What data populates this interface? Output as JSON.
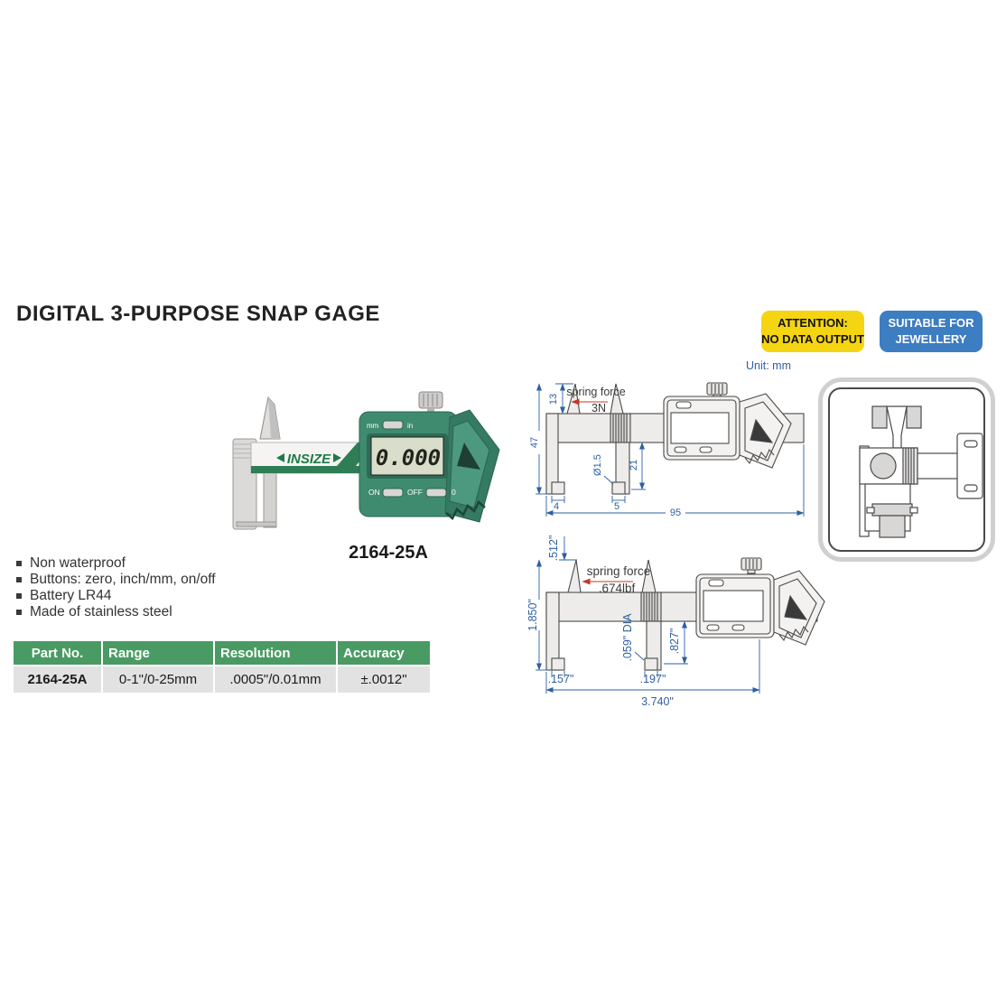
{
  "page": {
    "title": "DIGITAL 3-PURPOSE SNAP GAGE",
    "unit_label": "Unit: mm"
  },
  "badges": {
    "attention_line1": "ATTENTION:",
    "attention_line2": "NO DATA OUTPUT",
    "suitable_line1": "SUITABLE FOR",
    "suitable_line2": "JEWELLERY"
  },
  "product": {
    "brand": "INSIZE",
    "display_value": "0.000",
    "btn_mm": "mm",
    "btn_in": "in",
    "btn_on": "ON",
    "btn_off": "OFF",
    "btn_zero": "0",
    "caption": "2164-25A"
  },
  "features": [
    "Non waterproof",
    "Buttons: zero, inch/mm, on/off",
    "Battery LR44",
    "Made of stainless steel"
  ],
  "spec_table": {
    "headers": [
      "Part No.",
      "Range",
      "Resolution",
      "Accuracy"
    ],
    "row": [
      "2164-25A",
      "0-1\"/0-25mm",
      ".0005\"/0.01mm",
      "±.0012\""
    ]
  },
  "drawing_mm": {
    "spring_force": "spring force",
    "force_value": "3N",
    "jaw_height": "13",
    "frame_height": "47",
    "pin_dia": "Ø1.5",
    "depth": "21",
    "foot_left": "4",
    "foot_right": "5",
    "overall_length": "95"
  },
  "drawing_inch": {
    "spring_force": "spring force",
    "force_value": ".674lbf",
    "jaw_height": ".512\"",
    "frame_height": "1.850\"",
    "pin_dia": ".059\" DIA",
    "depth": ".827\"",
    "foot_left": ".157\"",
    "foot_right": ".197\"",
    "overall_length": "3.740\""
  },
  "colors": {
    "brand_green": "#2f7d54",
    "body_green": "#3f8b70",
    "table_header_green": "#4a9a64",
    "badge_yellow": "#f5d411",
    "badge_blue": "#3d7dc1",
    "dimension_blue": "#2e5fa3",
    "spring_arrow_red": "#c0392b",
    "lcd_green": "#d9deca"
  }
}
